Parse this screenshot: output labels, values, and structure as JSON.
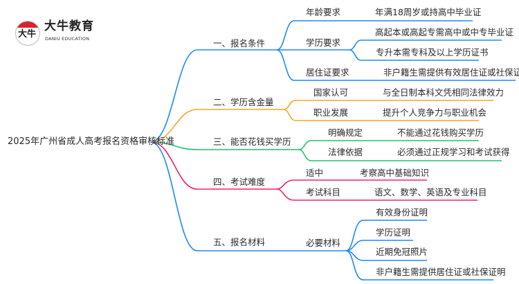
{
  "logo": {
    "cn": "大牛教育",
    "en": "DANIU EDUCATION",
    "mark": "大牛"
  },
  "colors": {
    "blue": "#1e88f5",
    "orange": "#f5a623",
    "green": "#21c06b",
    "pink": "#f0206e"
  },
  "root": "2025年广州省成人高考报名资格审核标准",
  "branches": [
    {
      "label": "一、报名条件",
      "children": [
        {
          "label": "年龄要求",
          "leaves": [
            "年满18周岁或持高中毕业证"
          ]
        },
        {
          "label": "学历要求",
          "leaves": [
            "高起本或高起专需高中或中专毕业证",
            "专升本需专科及以上学历证书"
          ]
        },
        {
          "label": "居住证要求",
          "leaves": [
            "非户籍生需提供有效居住证或社保证明"
          ]
        }
      ]
    },
    {
      "label": "二、学历含金量",
      "children": [
        {
          "label": "国家认可",
          "leaves": [
            "与全日制本科文凭相同法律效力"
          ]
        },
        {
          "label": "职业发展",
          "leaves": [
            "提升个人竞争力与职业机会"
          ]
        }
      ]
    },
    {
      "label": "三、能否花钱买学历",
      "children": [
        {
          "label": "明确规定",
          "leaves": [
            "不能通过花钱购买学历"
          ]
        },
        {
          "label": "法律依据",
          "leaves": [
            "必须通过正规学习和考试获得"
          ]
        }
      ]
    },
    {
      "label": "四、考试难度",
      "children": [
        {
          "label": "适中",
          "leaves": [
            "考察高中基础知识"
          ]
        },
        {
          "label": "考试科目",
          "leaves": [
            "语文、数学、英语及专业科目"
          ]
        }
      ]
    },
    {
      "label": "五、报名材料",
      "children": [
        {
          "label": "必要材料",
          "leaves": [
            "有效身份证明",
            "学历证明",
            "近期免冠照片",
            "非户籍生需提供居住证或社保证明"
          ]
        }
      ]
    }
  ]
}
